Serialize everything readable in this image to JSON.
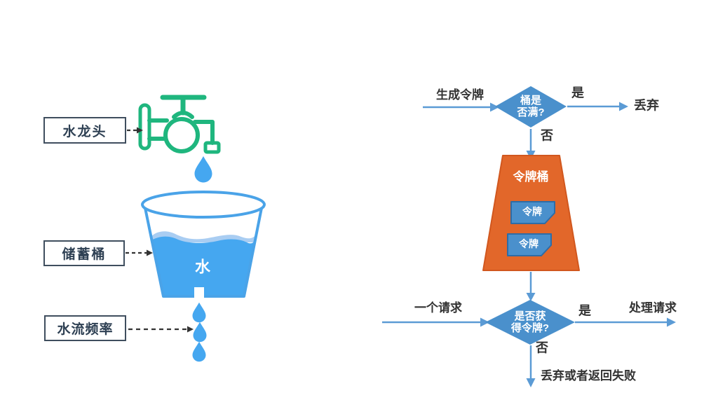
{
  "left_diagram": {
    "boxes": [
      {
        "label": "水龙头"
      },
      {
        "label": "储蓄桶"
      },
      {
        "label": "水流频率"
      }
    ],
    "water_label": "水",
    "icons": {
      "faucet": "faucet-icon (green line-art tap)",
      "drop": "teardrop-icon (blue water drop)",
      "bucket": "bucket-icon (cup with water)"
    }
  },
  "right_diagram": {
    "flow_top": {
      "input_label": "生成令牌",
      "decision": "桶是\n否满?",
      "yes_label": "是",
      "yes_target": "丢弃",
      "no_label": "否"
    },
    "token_bucket": {
      "title": "令牌桶",
      "tokens": [
        "令牌",
        "令牌"
      ]
    },
    "flow_bottom": {
      "input_label": "一个请求",
      "decision": "是否获\n得令牌?",
      "yes_label": "是",
      "yes_target": "处理请求",
      "no_label": "否",
      "no_target": "丢弃或者返回失败"
    }
  },
  "colors": {
    "flow_arrow_blue": "#5b9bd5",
    "diamond_blue": "#4a90cc",
    "token_fill": "#4a90cc",
    "token_border": "#2e6ca6",
    "bucket_orange": "#e2672a",
    "water_blue": "#45a7f0",
    "wave_light_blue": "#a9cdf2",
    "bucket_outline_blue": "#4aa3e8",
    "faucet_green": "#1fb67e",
    "left_box_border": "#3f4e5e",
    "left_box_text": "#2e4053",
    "label_text": "#333333"
  }
}
